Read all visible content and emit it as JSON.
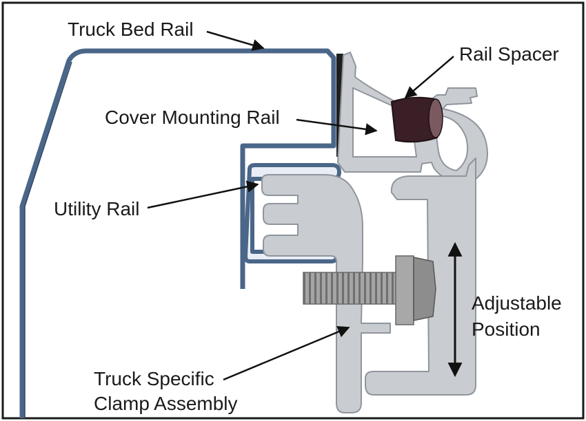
{
  "labels": {
    "truck_bed_rail": "Truck Bed Rail",
    "rail_spacer": "Rail Spacer",
    "cover_mounting_rail": "Cover Mounting Rail",
    "utility_rail": "Utility Rail",
    "adjustable_position_line1": "Adjustable",
    "adjustable_position_line2": "Position",
    "clamp_line1": "Truck Specific",
    "clamp_line2": "Clamp Assembly"
  },
  "colors": {
    "bed_rail": "#4a6688",
    "aluminum": "#c9ccd0",
    "aluminum_edge": "#8f959c",
    "spacer": "#3a1f26",
    "bolt": "#9c9c9c",
    "frame": "#1a1a1a"
  }
}
